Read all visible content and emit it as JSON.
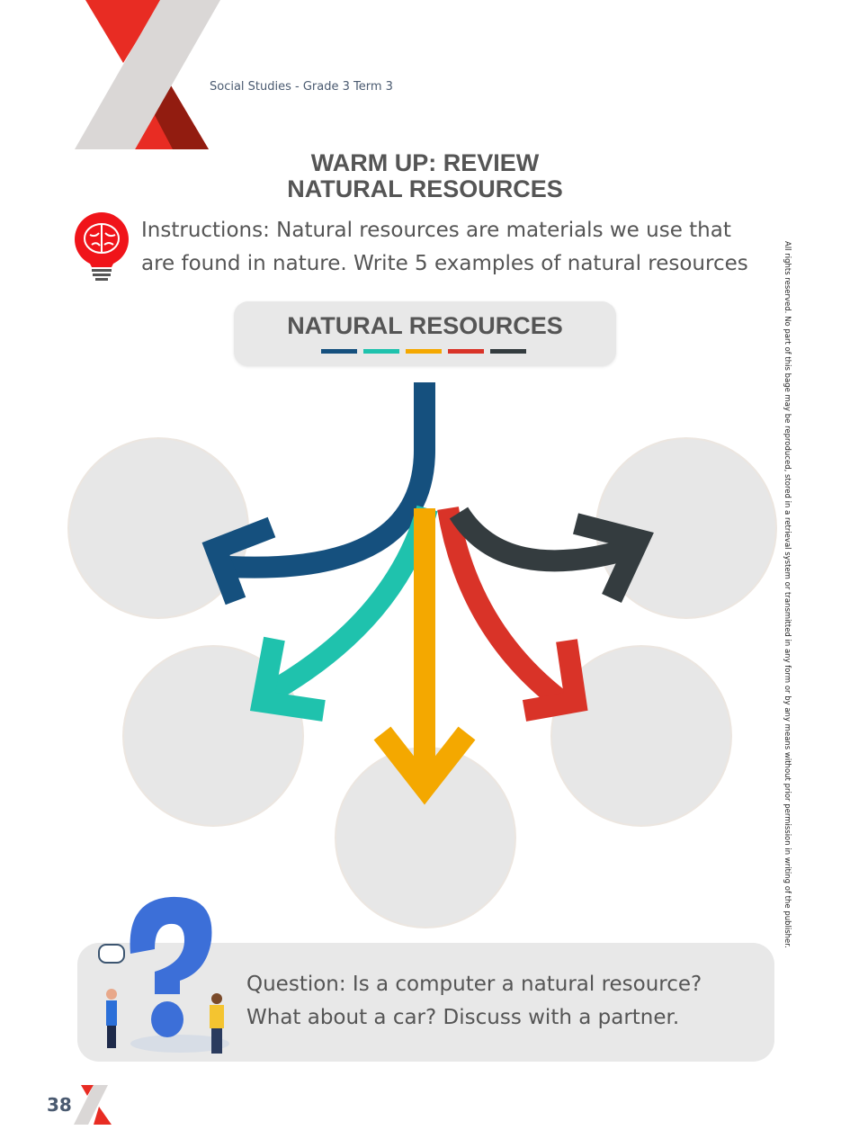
{
  "header": {
    "subtitle": "Social Studies - Grade 3 Term 3"
  },
  "title": {
    "line1": "WARM UP: REVIEW",
    "line2": "NATURAL RESOURCES"
  },
  "instructions": {
    "line1": "Instructions: Natural resources are materials we use that",
    "line2": "are found in nature. Write 5 examples of natural resources"
  },
  "diagram": {
    "center_label": "NATURAL RESOURCES",
    "colors": [
      "#15507e",
      "#1fc2ad",
      "#f4a800",
      "#d93328",
      "#343c3f"
    ]
  },
  "question": {
    "line1": "Question:  Is a computer a natural resource?",
    "line2": "What about a car?  Discuss with a partner."
  },
  "copyright": "All rights reserved. No part of this bage may be reproduced, stored in a retrieval system or transmitted in any form or by any means without prior permission in writing of the publisher.",
  "footer": {
    "page_number": "38"
  }
}
